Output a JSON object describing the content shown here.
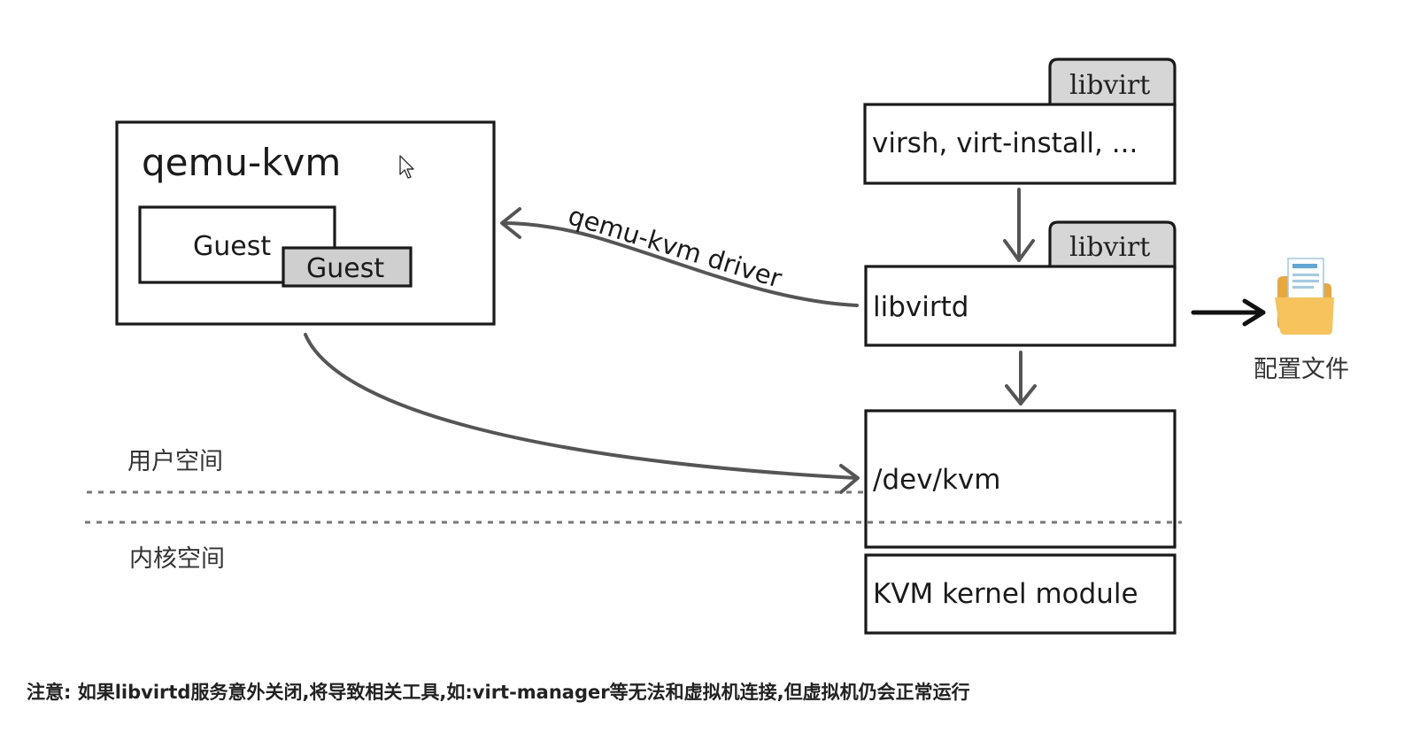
{
  "qemu_box": {
    "title": "qemu-kvm",
    "guest_back": "Guest",
    "guest_front": "Guest"
  },
  "driver_label": "qemu-kvm driver",
  "libvirt_tools": {
    "tab": "libvirt",
    "label": "virsh, virt-install, ..."
  },
  "libvirtd": {
    "tab": "libvirt",
    "label": "libvirtd"
  },
  "dev_kvm": {
    "label": "/dev/kvm"
  },
  "kernel_module": {
    "label": "KVM kernel module"
  },
  "config_file": {
    "label": "配置文件",
    "icon": "folder-document-icon"
  },
  "zones": {
    "user_space": "用户空间",
    "kernel_space": "内核空间"
  },
  "note": "注意: 如果libvirtd服务意外关闭,将导致相关工具,如:virt-manager等无法和虚拟机连接,但虚拟机仍会正常运行",
  "colors": {
    "line": "#1a1a1a",
    "flow": "#555555",
    "tab_fill": "#d6d6d6",
    "guest_fill": "#cfcfcf",
    "folder": "#f2b84b"
  }
}
